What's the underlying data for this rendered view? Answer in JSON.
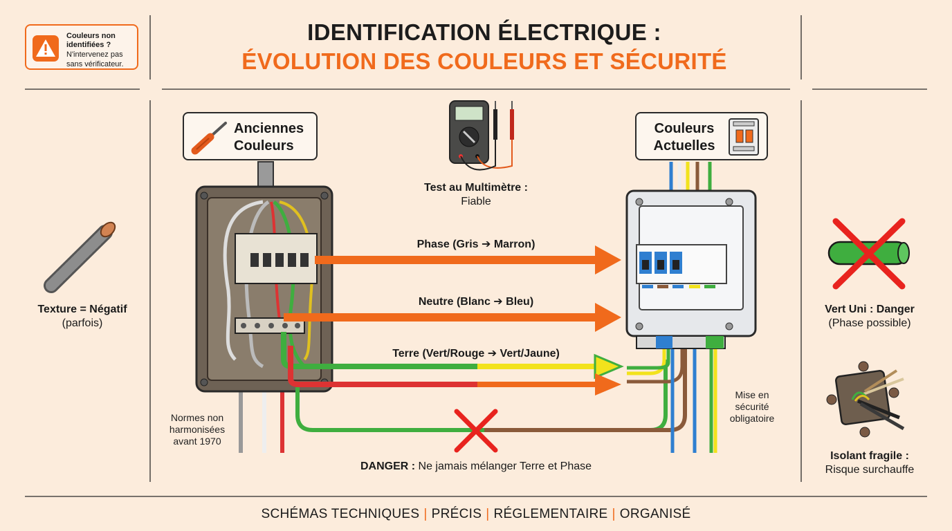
{
  "warning": {
    "title": "Couleurs non identifiées ?",
    "text": "N'intervenez pas sans vérificateur."
  },
  "header": {
    "title_line1": "IDENTIFICATION ÉLECTRIQUE :",
    "title_line2": "ÉVOLUTION DES COULEURS ET SÉCURITÉ"
  },
  "old_box": {
    "label": "Anciennes Couleurs"
  },
  "new_box": {
    "label": "Couleurs Actuelles"
  },
  "multimeter": {
    "title": "Test au Multimètre :",
    "subtitle": "Fiable"
  },
  "arrows": {
    "phase": "Phase (Gris ➔ Marron)",
    "neutral": "Neutre (Blanc ➔ Bleu)",
    "earth": "Terre (Vert/Rouge ➔ Vert/Jaune)"
  },
  "left": {
    "texture_title": "Texture = Négatif",
    "texture_sub": "(parfois)",
    "norms": "Normes non harmonisées avant 1970"
  },
  "right": {
    "green_title": "Vert Uni : Danger",
    "green_sub": "(Phase possible)",
    "insulation_title": "Isolant fragile :",
    "insulation_sub": "Risque surchauffe",
    "safety": "Mise en sécurité obligatoire"
  },
  "danger": {
    "prefix": "DANGER :",
    "text": "Ne jamais mélanger Terre et Phase"
  },
  "footer": {
    "items": [
      "SCHÉMAS TECHNIQUES",
      "PRÉCIS",
      "RÉGLEMENTAIRE",
      "ORGANISÉ"
    ],
    "separator": "|"
  },
  "colors": {
    "accent": "#f06a1c",
    "background": "#fcecdc",
    "danger": "#e8231e",
    "earth_green": "#3fae3f",
    "earth_yellow": "#f2e21c",
    "phase_brown": "#8a5a3a",
    "neutral_blue": "#2f7fd0"
  },
  "icons": [
    "warning-icon",
    "screwdriver-icon",
    "breaker-icon",
    "multimeter-icon",
    "cable-icon",
    "cross-icon",
    "junction-box-icon"
  ]
}
